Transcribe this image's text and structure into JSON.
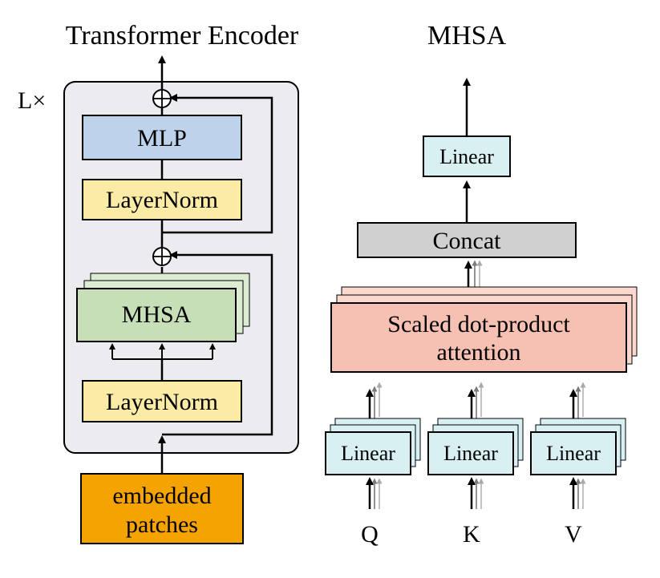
{
  "encoder": {
    "title": "Transformer Encoder",
    "repeat_label": "L×",
    "blocks": {
      "mlp": "MLP",
      "layernorm_top": "LayerNorm",
      "mhsa": "MHSA",
      "layernorm_bottom": "LayerNorm"
    },
    "input_line1": "embedded",
    "input_line2": "patches",
    "add_symbol": "⊕"
  },
  "mhsa": {
    "title": "MHSA",
    "linear_out": "Linear",
    "concat": "Concat",
    "attention_line1": "Scaled dot-product",
    "attention_line2": "attention",
    "linear_q": "Linear",
    "linear_k": "Linear",
    "linear_v": "Linear",
    "input_q": "Q",
    "input_k": "K",
    "input_v": "V"
  },
  "colors": {
    "encoder_bg": "#ECEBEF",
    "mlp": "#BCD3EB",
    "layernorm": "#FCEBA4",
    "mhsa": "#C6DFB6",
    "mhsa_ghost": "#DDEBD3",
    "embedded": "#F5A300",
    "linear": "#D9F0F3",
    "concat": "#D0D0D0",
    "attention": "#F6C1B3",
    "attention_ghost": "#FAD8CE"
  }
}
